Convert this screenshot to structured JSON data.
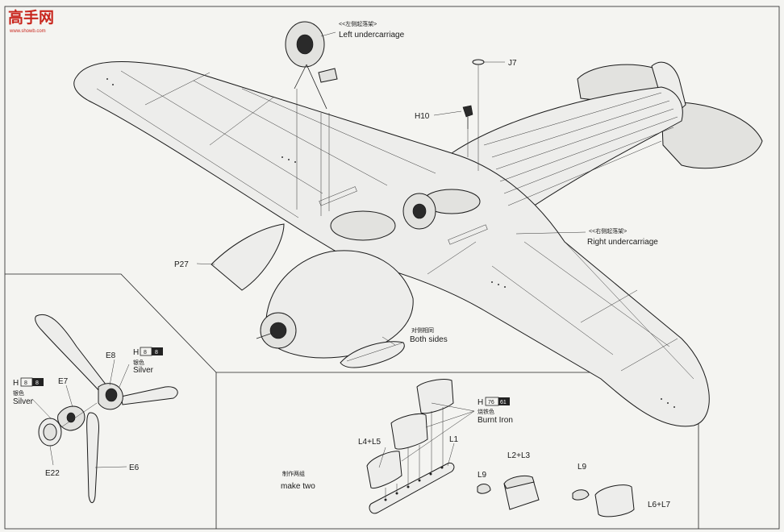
{
  "watermark": {
    "logo_text": "高手网",
    "site": "www.showb.com"
  },
  "callouts": {
    "left_undercarriage": {
      "cn": "<<左侧起落架>",
      "en": "Left undercarriage"
    },
    "right_undercarriage": {
      "cn": "<<右侧起落架>",
      "en": "Right undercarriage"
    },
    "both_sides": {
      "cn": "对侧相同",
      "en": "Both sides"
    },
    "make_two": {
      "cn": "制作两组",
      "en": "make two"
    }
  },
  "parts": {
    "j7": "J7",
    "h10": "H10",
    "p27": "P27",
    "e8": "E8",
    "e7": "E7",
    "e22": "E22",
    "e6": "E6",
    "l1": "L1",
    "l4_l5": "L4+L5",
    "l2_l3": "L2+L3",
    "l9_a": "L9",
    "l9_b": "L9",
    "l6_l7": "L6+L7"
  },
  "colors": {
    "silver_e8": {
      "prefix": "H",
      "code1": "8",
      "code2": "8",
      "cn": "银色",
      "en": "Silver"
    },
    "silver_e7": {
      "prefix": "H",
      "code1": "8",
      "code2": "8",
      "cn": "银色",
      "en": "Silver"
    },
    "burnt_iron": {
      "prefix": "H",
      "code1": "76",
      "code2": "61",
      "cn": "烧铁色",
      "en": "Burnt Iron"
    }
  },
  "palette": {
    "logo_red": "#c8261d",
    "ink": "#1a1a1a",
    "paper": "#f4f4f1"
  }
}
